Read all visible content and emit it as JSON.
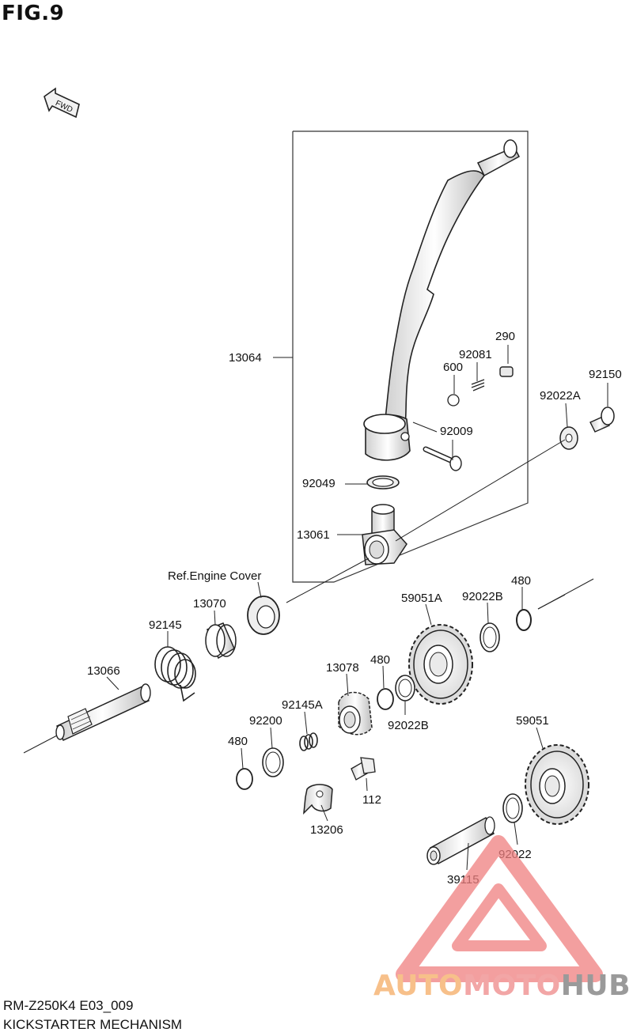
{
  "figure_title": "FIG.9",
  "fwd_label": "FWD",
  "footer": {
    "model_code": "RM-Z250K4 E03_009",
    "section_name": "KICKSTARTER MECHANISM"
  },
  "watermark": {
    "part1": "AUTO",
    "part2": "MOTO",
    "part3": "HUB",
    "colors": {
      "auto": "#f7c08a",
      "moto": "#f2a6a6",
      "hub": "#9a9a9a",
      "triangle": "#f08080"
    }
  },
  "reference_label": "Ref.Engine Cover",
  "part_labels": {
    "p13064": "13064",
    "p290": "290",
    "p92081": "92081",
    "p600": "600",
    "p92150": "92150",
    "p92022A": "92022A",
    "p92009": "92009",
    "p92049": "92049",
    "p13061": "13061",
    "p13070": "13070",
    "p92145": "92145",
    "p13066": "13066",
    "p59051A": "59051A",
    "p92022B_top": "92022B",
    "p480_top": "480",
    "p13078": "13078",
    "p480_mid": "480",
    "p92145A": "92145A",
    "p92200": "92200",
    "p92022B_mid": "92022B",
    "p480_left": "480",
    "p59051": "59051",
    "p112": "112",
    "p13206": "13206",
    "p92022": "92022",
    "p39115": "39115"
  }
}
